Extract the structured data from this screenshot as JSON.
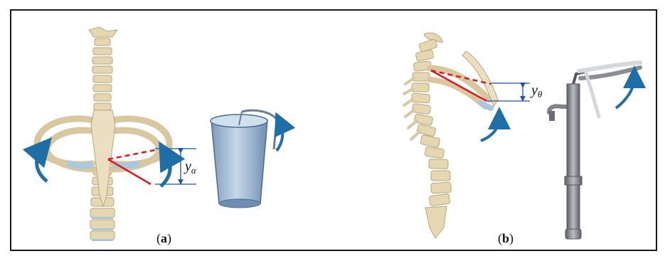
{
  "panels": {
    "a": {
      "label_open": "(",
      "label_letter": "a",
      "label_close": ")",
      "measure_symbol": "y",
      "measure_subscript": "α"
    },
    "b": {
      "label_open": "(",
      "label_letter": "b",
      "label_close": ")",
      "measure_symbol": "y",
      "measure_subscript": "θ"
    }
  },
  "colors": {
    "bone": "#e6d7b3",
    "bone_shadow": "#c9b88e",
    "cartilage": "#a9c8e0",
    "measure_line": "#e0161b",
    "dimension_line": "#1f4fb0",
    "motion_arrow": "#1e6fa8",
    "bucket": "#9fb9d6",
    "pump": "#7f8388"
  },
  "icons": [
    "bucket-handle-icon",
    "water-pump-icon",
    "rotation-arrow-icon"
  ]
}
